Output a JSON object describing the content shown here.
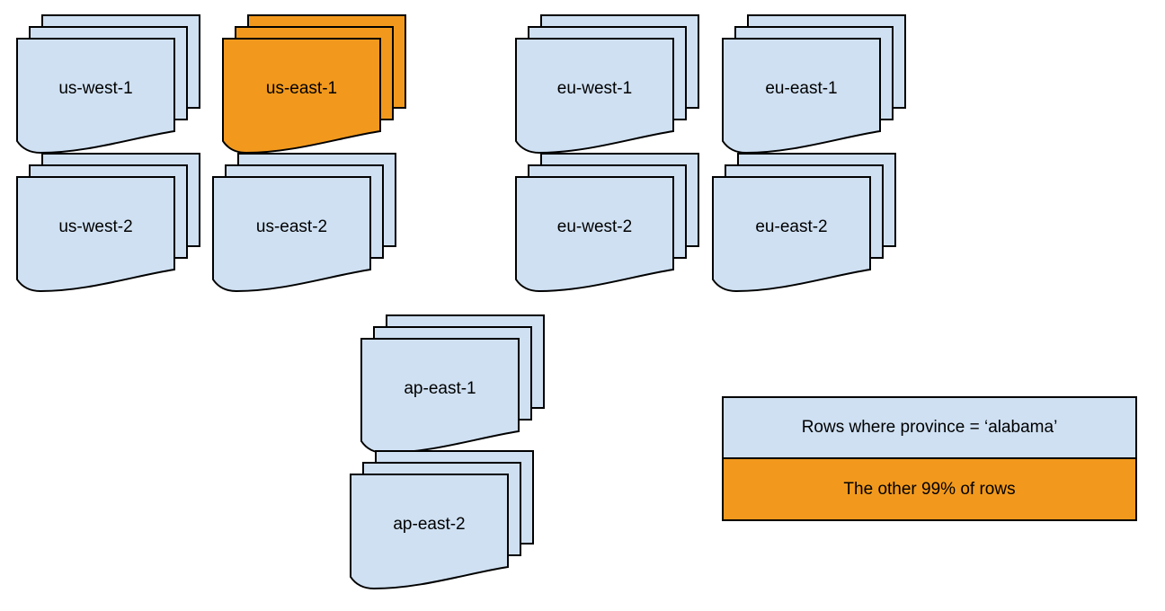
{
  "stacks": [
    {
      "label": "us-west-1",
      "highlighted": false
    },
    {
      "label": "us-east-1",
      "highlighted": true
    },
    {
      "label": "eu-west-1",
      "highlighted": false
    },
    {
      "label": "eu-east-1",
      "highlighted": false
    },
    {
      "label": "us-west-2",
      "highlighted": false
    },
    {
      "label": "us-east-2",
      "highlighted": false
    },
    {
      "label": "eu-west-2",
      "highlighted": false
    },
    {
      "label": "eu-east-2",
      "highlighted": false
    },
    {
      "label": "ap-east-1",
      "highlighted": false
    },
    {
      "label": "ap-east-2",
      "highlighted": false
    }
  ],
  "legend": {
    "items": [
      {
        "label": "Rows where province = ‘alabama’",
        "color": "#cfe0f2"
      },
      {
        "label": "The other 99% of rows",
        "color": "#f2991d"
      }
    ]
  },
  "colors": {
    "region_fill": "#cfe0f2",
    "highlight_fill": "#f2991d",
    "outline": "#000000"
  }
}
